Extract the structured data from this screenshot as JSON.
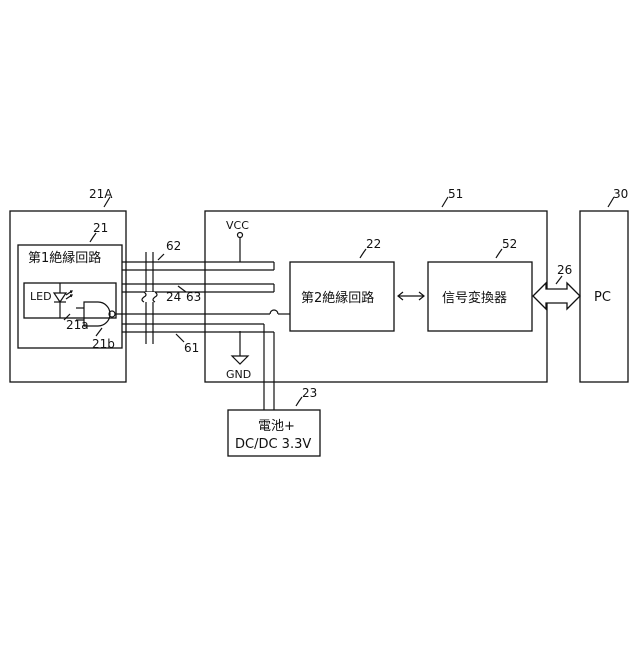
{
  "refs": {
    "module": "21A",
    "first_isolation": "21",
    "led_ref": "21a",
    "nand_ref": "21b",
    "second_isolation": "22",
    "power_supply": "23",
    "cable": "24",
    "bidirectional": "26",
    "pc_ref": "30",
    "board": "51",
    "converter": "52",
    "line_61": "61",
    "line_62": "62",
    "line_63": "63"
  },
  "labels": {
    "first_isolation": "第1絶縁回路",
    "led": "LED",
    "second_isolation": "第2絶縁回路",
    "converter": "信号変換器",
    "pc": "PC",
    "vcc": "VCC",
    "gnd": "GND",
    "supply_line1": "電池+",
    "supply_line2": "DC/DC 3.3V"
  }
}
